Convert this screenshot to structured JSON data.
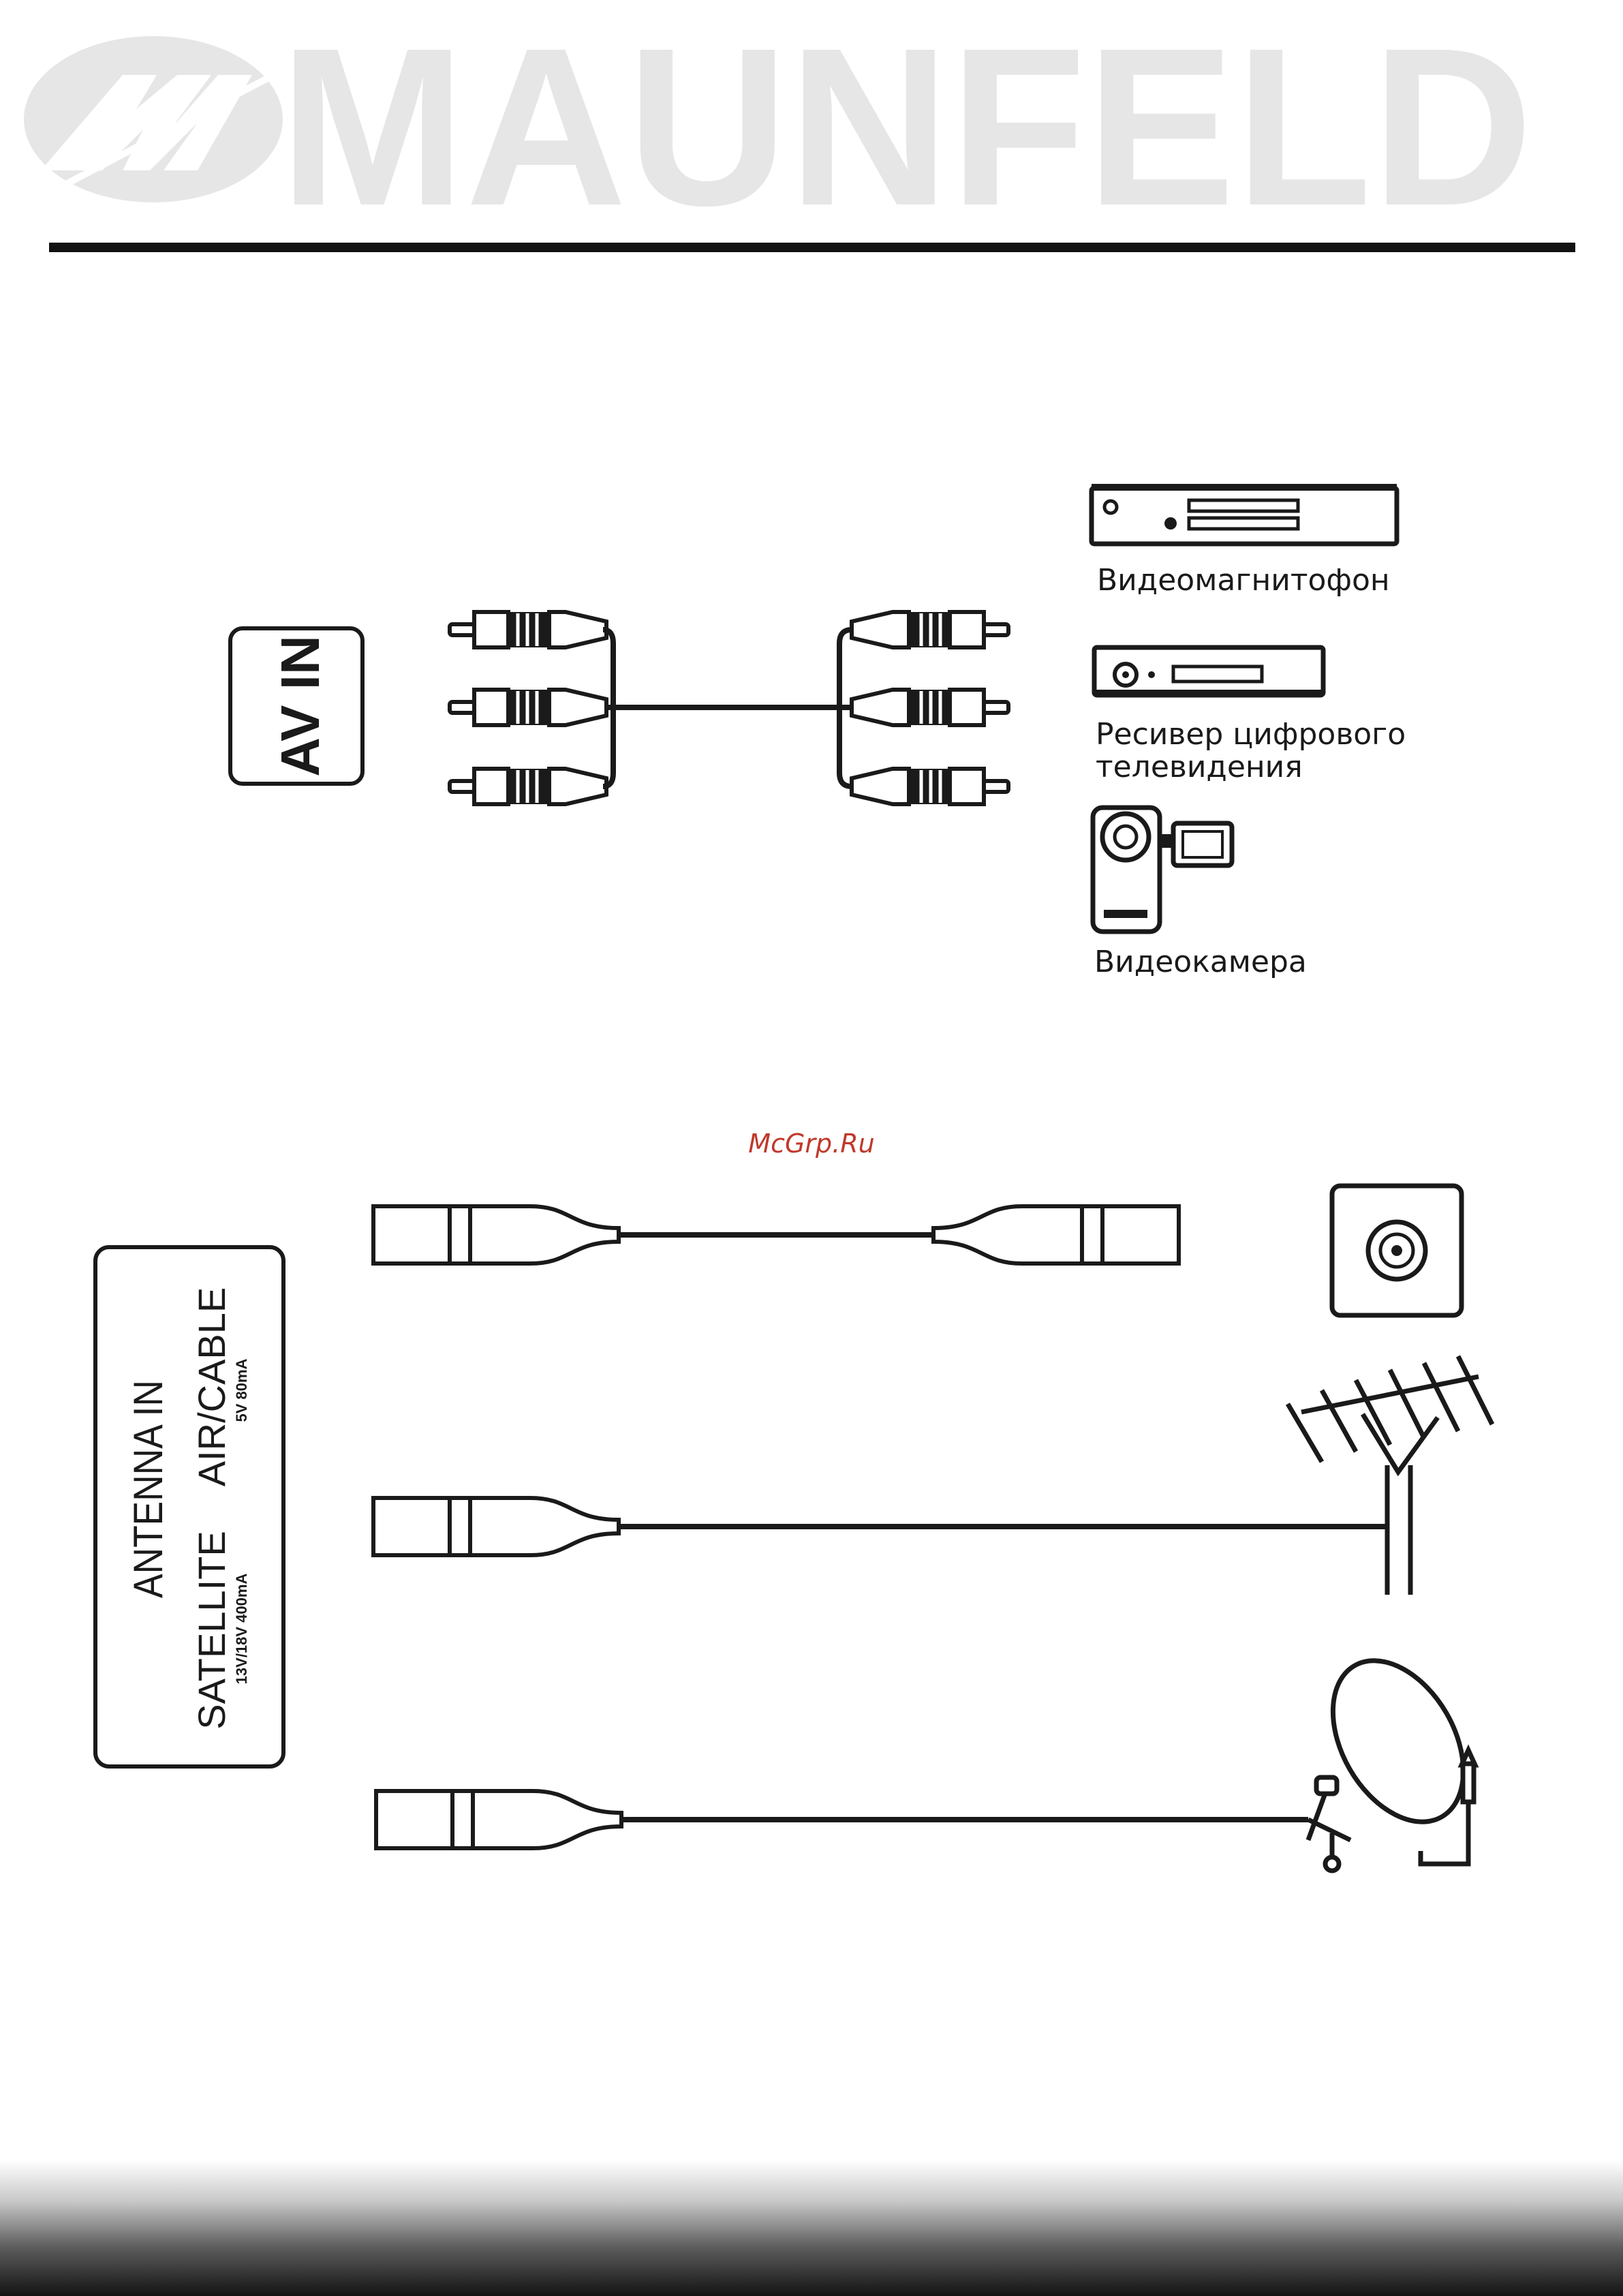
{
  "brand": {
    "name": "MAUNFELD",
    "logo_mark": "M",
    "logo_color": "#e6e6e6"
  },
  "av_section": {
    "port_label": "AV IN",
    "devices": [
      {
        "label": "Видеомагнитофон",
        "icon": "vcr-icon"
      },
      {
        "label": "Ресивер цифрового телевидения",
        "label_lines": [
          "Ресивер цифрового",
          "телевидения"
        ],
        "icon": "digital-receiver-icon"
      },
      {
        "label": "Видеокамера",
        "icon": "camcorder-icon"
      }
    ]
  },
  "antenna_section": {
    "port_title": "ANTENNA IN",
    "ports": [
      {
        "label": "AIR/CABLE",
        "spec": "5V 80mA"
      },
      {
        "label": "SATELLITE",
        "spec": "13V/18V 400mA"
      }
    ],
    "sources": [
      "wall-socket-icon",
      "aerial-antenna-icon",
      "satellite-dish-icon"
    ]
  },
  "watermark": "McGrp.Ru",
  "colors": {
    "line": "#1a1a1a",
    "watermark": "#c0392b"
  }
}
